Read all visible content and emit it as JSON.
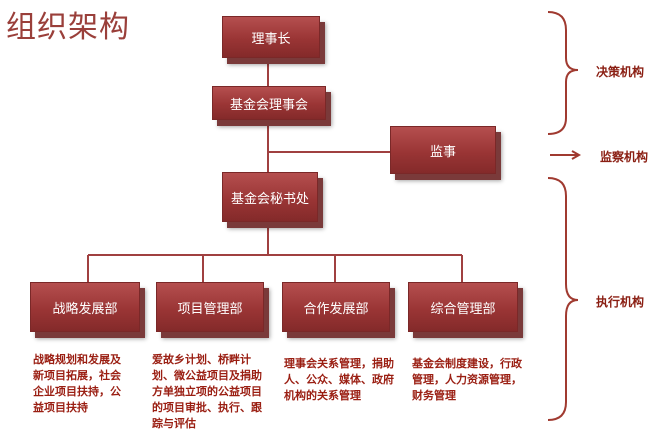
{
  "title": "组织架构",
  "boxes": {
    "chairman": "理事长",
    "council": "基金会理事会",
    "supervisor": "监事",
    "secretariat": "基金会秘书处",
    "strategy": "战略发展部",
    "project": "项目管理部",
    "cooperation": "合作发展部",
    "general": "综合管理部"
  },
  "descriptions": {
    "strategy": "战略规划和发展及新项目拓展，社会企业项目扶持，公益项目扶持",
    "project": "爱故乡计划、桥畔计划、微公益项目及捐助方单独立项的公益项目的项目审批、执行、跟踪与评估",
    "cooperation": "理事会关系管理，捐助人、公众、媒体、政府机构的关系管理",
    "general": "基金会制度建设，行政管理，人力资源管理，财务管理"
  },
  "side_labels": {
    "decision": "决策机构",
    "supervision": "监察机构",
    "execution": "执行机构"
  },
  "colors": {
    "box": "#9a3535",
    "line": "#a04040",
    "text_accent": "#9a1e12"
  }
}
